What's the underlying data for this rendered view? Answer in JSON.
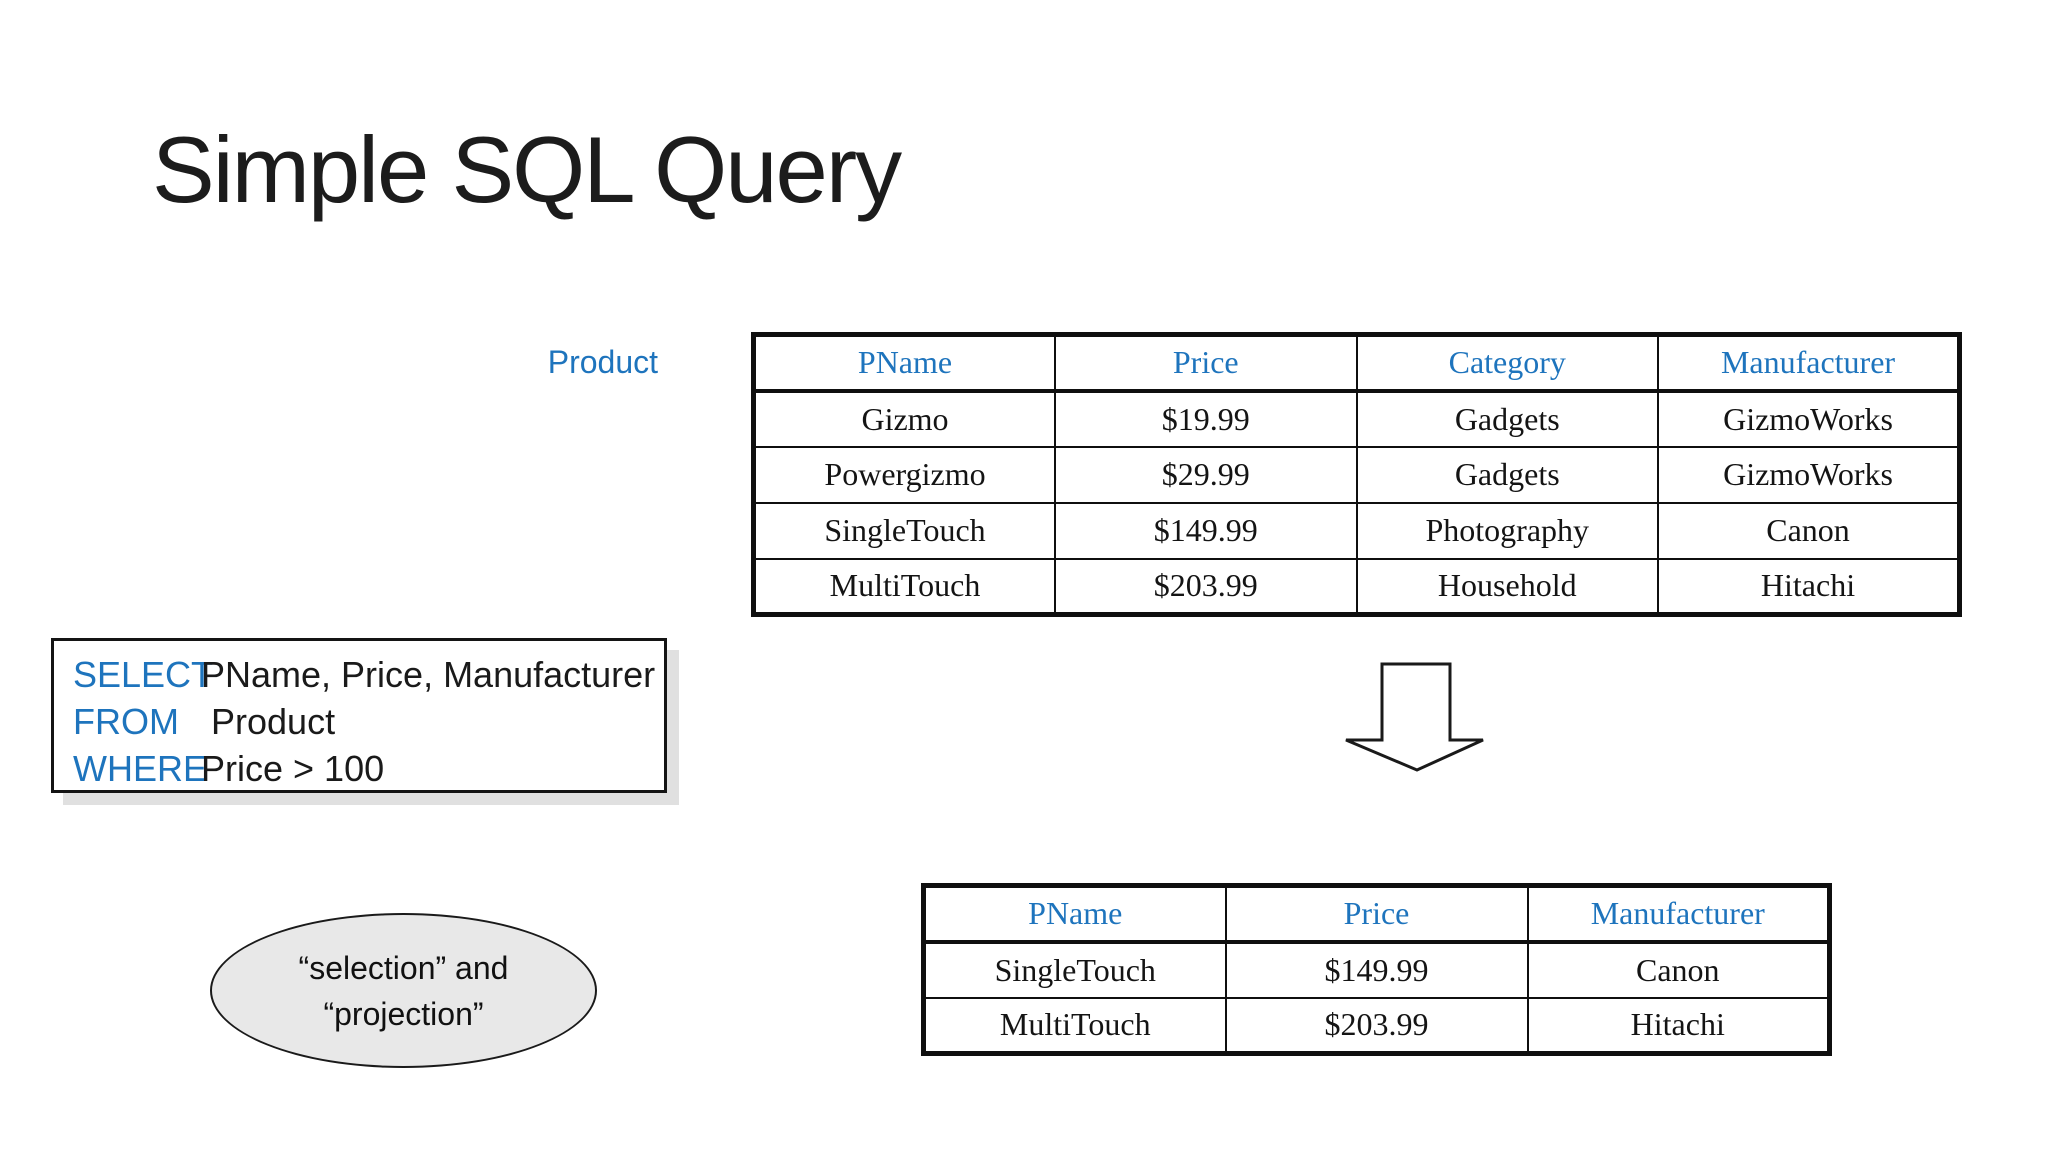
{
  "title": "Simple SQL Query",
  "product_label": "Product",
  "product_table": {
    "columns": [
      "PName",
      "Price",
      "Category",
      "Manufacturer"
    ],
    "rows": [
      [
        "Gizmo",
        "$19.99",
        "Gadgets",
        "GizmoWorks"
      ],
      [
        "Powergizmo",
        "$29.99",
        "Gadgets",
        "GizmoWorks"
      ],
      [
        "SingleTouch",
        "$149.99",
        "Photography",
        "Canon"
      ],
      [
        "MultiTouch",
        "$203.99",
        "Household",
        "Hitachi"
      ]
    ]
  },
  "sql_query": {
    "lines": [
      {
        "keyword": "SELECT",
        "rest": "PName, Price, Manufacturer"
      },
      {
        "keyword": "FROM",
        "rest": " Product"
      },
      {
        "keyword": "WHERE",
        "rest": "Price > 100"
      }
    ]
  },
  "annotation": {
    "line1": "“selection” and",
    "line2": "“projection”"
  },
  "result_table": {
    "columns": [
      "PName",
      "Price",
      "Manufacturer"
    ],
    "rows": [
      [
        "SingleTouch",
        "$149.99",
        "Canon"
      ],
      [
        "MultiTouch",
        "$203.99",
        "Hitachi"
      ]
    ]
  },
  "colors": {
    "accent_blue": "#1e74bd",
    "text_black": "#1a1a1a",
    "table_border": "#0f0f0f",
    "ellipse_fill": "#e8e8e8",
    "box_shadow_gray": "#e0e0e0"
  }
}
